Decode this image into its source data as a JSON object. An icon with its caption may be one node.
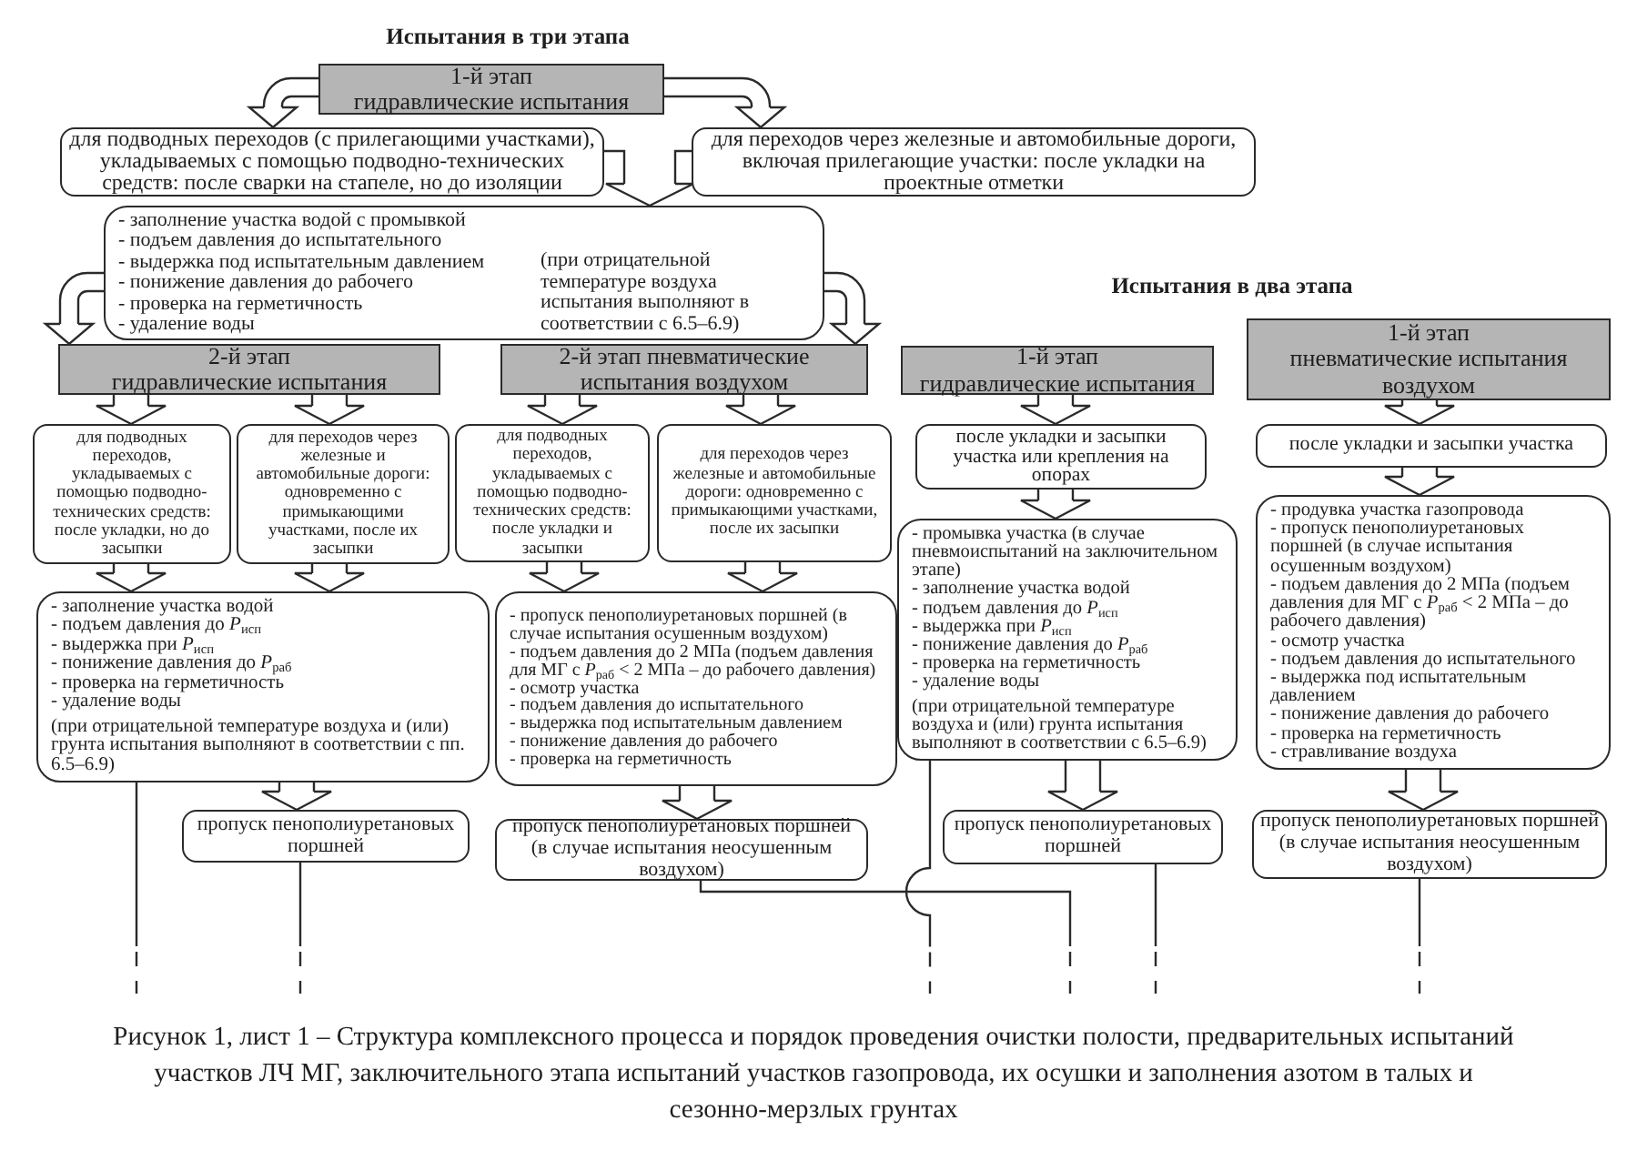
{
  "diagram": {
    "nodes": [
      {
        "text": [
          "1-й этап",
          "гидравлические испытания"
        ]
      },
      {
        "text": [
          "для подводных переходов (с прилегающими участками), укладываемых с помощью подводно-технических средств: после сварки на стапеле, но до изоляции"
        ]
      },
      {
        "text": [
          "для переходов через железные и автомобильные дороги, включая прилегающие участки: после укладки на проектные отметки"
        ]
      },
      {
        "text": [
          "- заполнение участка водой с промывкой",
          "- подъем давления до испытательного",
          "- выдержка под испытательным давлением",
          "- понижение давления до рабочего",
          "- проверка на герметичность",
          "- удаление воды",
          "(при отрицательной температуре воздуха испытания выполняют в соответствии с 6.5–6.9)"
        ]
      },
      {
        "text": [
          "2-й этап",
          "гидравлические испытания"
        ]
      },
      {
        "text": [
          "2-й этап пневматические испытания воздухом"
        ]
      },
      {
        "text": [
          "для подводных переходов, укладываемых с помощью подводно-технических средств: после укладки, но до засыпки"
        ]
      },
      {
        "text": [
          "для переходов через железные и автомобильные дороги: одновременно с примыкающими участками, после их засыпки"
        ]
      },
      {
        "text": [
          "для подводных переходов, укладываемых с помощью подводно-технических средств: после укладки и засыпки"
        ]
      },
      {
        "text": [
          "для переходов через железные и автомобильные дороги: одновременно с примыкающими участками, после их засыпки"
        ]
      },
      {
        "text": [
          "- заполнение участка водой",
          "- подъем давления до *P*$_{исп}$",
          "- выдержка при *P*$_{исп}$",
          "- понижение давления до *P*$_{раб}$",
          "- проверка на герметичность",
          "- удаление воды",
          "(при отрицательной температуре воздуха и (или) грунта испытания выполняют в соответствии с пп. 6.5–6.9)"
        ]
      },
      {
        "text": [
          "- пропуск пенополиуретановых поршней (в случае испытания осушенным воздухом)",
          "- подъем давления до 2 МПа (подъем давления для МГ с *P*$_{раб}$ < 2 МПа – до рабочего давления)",
          "- осмотр участка",
          "- подъем давления до испытательного",
          "- выдержка под испытательным давлением",
          "- понижение давления до рабочего",
          "- проверка на герметичность"
        ]
      },
      {
        "text": [
          "пропуск пенополиуретановых поршней"
        ]
      },
      {
        "text": [
          "пропуск пенополиуретановых поршней (в случае испытания неосушенным воздухом)"
        ]
      },
      {
        "text": [
          "1-й этап",
          "гидравлические испытания"
        ]
      },
      {
        "text": [
          "после укладки и засыпки участка или крепления на опорах"
        ]
      },
      {
        "text": [
          "- промывка участка (в случае пневмоиспытаний на заключительном этапе)",
          "- заполнение участка водой",
          "- подъем давления до *P*$_{исп}$",
          "- выдержка при *P*$_{исп}$",
          "- понижение давления до *P*$_{раб}$",
          "- проверка на герметичность",
          "- удаление воды",
          "(при отрицательной температуре воздуха и (или) грунта испытания выполняют в соответствии с 6.5–6.9)"
        ]
      },
      {
        "text": [
          "пропуск пенополиуретановых поршней"
        ]
      },
      {
        "text": [
          "1-й этап",
          "пневматические испытания воздухом"
        ]
      },
      {
        "text": [
          "после укладки и засыпки участка"
        ]
      },
      {
        "text": [
          "- продувка участка газопровода",
          "- пропуск пенополиуретановых поршней (в случае испытания осушенным воздухом)",
          "- подъем давления до 2 МПа (подъем давления для МГ с *P*$_{раб}$ < 2 МПа – до рабочего давления)",
          "- осмотр участка",
          "- подъем давления до испытательного",
          "- выдержка под испытательным давлением",
          "- понижение давления до рабочего",
          "- проверка на герметичность",
          "- стравливание воздуха"
        ]
      },
      {
        "text": [
          "пропуск пенополиуретановых поршней (в случае испытания неосушенным воздухом)"
        ]
      }
    ],
    "edges": [
      {
        "from": 0,
        "to": 1,
        "arrow": "to"
      },
      {
        "from": 0,
        "to": 2,
        "arrow": "to"
      },
      {
        "from": 1,
        "to": 3,
        "arrow": "to"
      },
      {
        "from": 2,
        "to": 3,
        "arrow": "to"
      },
      {
        "from": 3,
        "to": 4,
        "arrow": "to"
      },
      {
        "from": 3,
        "to": 5,
        "arrow": "to"
      },
      {
        "from": 4,
        "to": 6,
        "arrow": "to"
      },
      {
        "from": 4,
        "to": 7,
        "arrow": "to"
      },
      {
        "from": 5,
        "to": 8,
        "arrow": "to"
      },
      {
        "from": 5,
        "to": 9,
        "arrow": "to"
      },
      {
        "from": 6,
        "to": 10,
        "arrow": "to"
      },
      {
        "from": 7,
        "to": 10,
        "arrow": "to"
      },
      {
        "from": 8,
        "to": 11,
        "arrow": "to"
      },
      {
        "from": 9,
        "to": 11,
        "arrow": "to"
      },
      {
        "from": 10,
        "to": 12,
        "arrow": "to"
      },
      {
        "from": 11,
        "to": 13,
        "arrow": "to"
      },
      {
        "from": 14,
        "to": 15,
        "arrow": "to"
      },
      {
        "from": 15,
        "to": 16,
        "arrow": "to"
      },
      {
        "from": 16,
        "to": 17,
        "arrow": "to"
      },
      {
        "from": 18,
        "to": 19,
        "arrow": "to"
      },
      {
        "from": 19,
        "to": 20,
        "arrow": "to"
      },
      {
        "from": 20,
        "to": 21,
        "arrow": "to"
      },
      {
        "from": 10,
        "to": null,
        "arrow": "none",
        "style": "dashed"
      },
      {
        "from": 12,
        "to": null,
        "arrow": "none",
        "style": "dashed"
      },
      {
        "from": 13,
        "to": null,
        "arrow": "none",
        "style": "dashed"
      },
      {
        "from": 16,
        "to": null,
        "arrow": "none",
        "style": "dashed"
      },
      {
        "from": 17,
        "to": null,
        "arrow": "none",
        "style": "dashed"
      },
      {
        "from": 21,
        "to": null,
        "arrow": "none",
        "style": "dashed"
      }
    ],
    "labels": [
      "Испытания в три этапа",
      "Испытания в два этапа"
    ],
    "caption": "Рисунок 1, лист 1 – Структура комплексного процесса и порядок проведения очистки полости, предварительных испытаний участков ЛЧ МГ, заключительного этапа испытаний участков газопровода, их осушки и заполнения азотом в талых и сезонно-мерзлых грунтах"
  }
}
